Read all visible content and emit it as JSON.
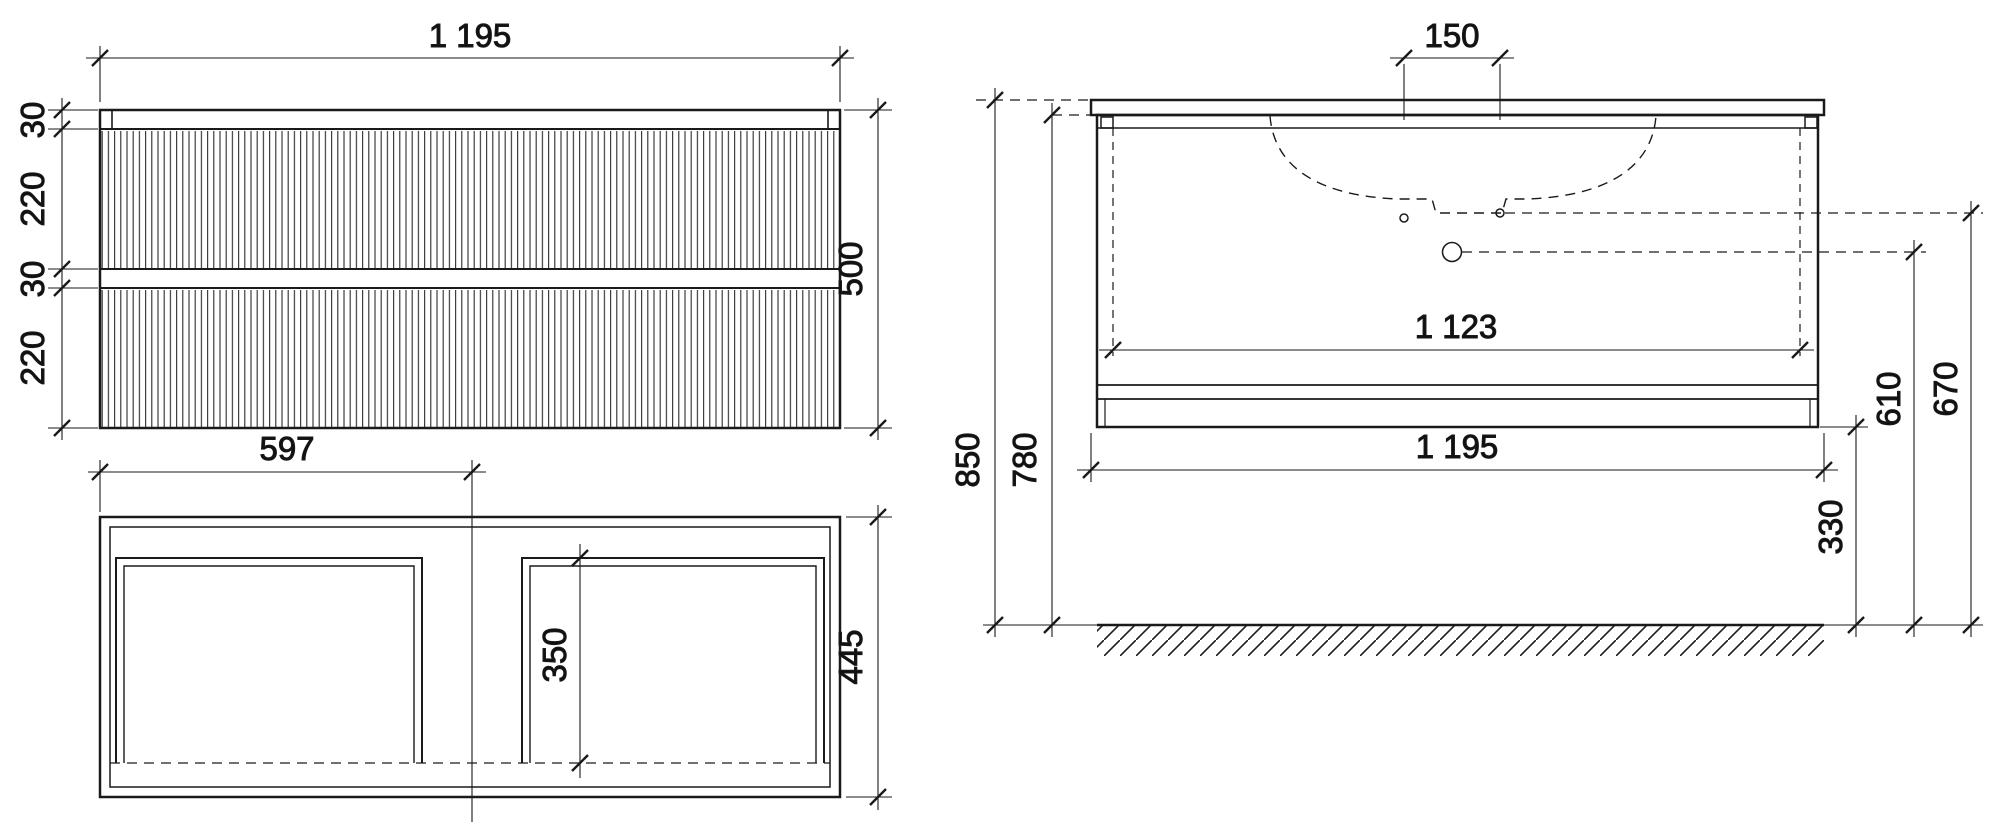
{
  "front_view": {
    "dims": {
      "width": "1 195",
      "height": "500",
      "top_rail": "30",
      "drawer_upper": "220",
      "gap": "30",
      "drawer_lower": "220"
    }
  },
  "plan_view": {
    "dims": {
      "center_offset": "597",
      "depth": "445",
      "drawer_inner_depth": "350"
    }
  },
  "side_view": {
    "dims": {
      "faucet_spacing": "150",
      "inner_width": "1 123",
      "overall_width": "1 195",
      "height_to_top": "850",
      "height_to_underside": "780",
      "bottom_clearance": "330",
      "drain_height": "610",
      "outlet_height": "670"
    }
  },
  "colors": {
    "line": "#1a1a1a",
    "background": "#ffffff"
  }
}
